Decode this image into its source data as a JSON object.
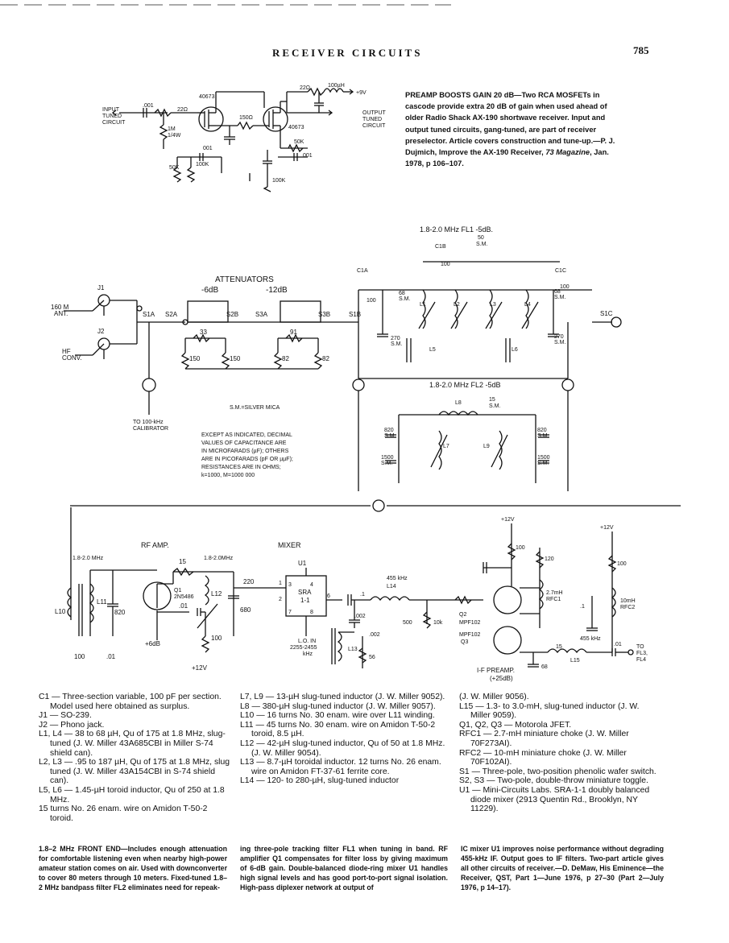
{
  "header": {
    "title": "RECEIVER CIRCUITS",
    "page": "785"
  },
  "preamp": {
    "caption_bold": "PREAMP BOOSTS GAIN 20 dB—",
    "caption_body": "Two RCA MOSFETs in cascode provide extra 20 dB of gain when used ahead of older Radio Shack AX-190 shortwave receiver. Input and output tuned circuits, gang-tuned, are part of receiver preselector. Article covers construction and tune-up.—P. J. Dujmich, Improve the AX-190 Receiver, ",
    "caption_mag": "73 Magazine",
    "caption_tail": ", Jan. 1978, p 106–107.",
    "labels": {
      "input": [
        "INPUT",
        "TUNED",
        "CIRCUIT"
      ],
      "output": [
        "OUTPUT",
        "TUNED",
        "CIRCUIT"
      ],
      "fet1": "40673",
      "fet2": "40673",
      "r22a": "22Ω",
      "r22b": "22Ω",
      "l100": "100µH",
      "plus9": "+9V",
      "c001": ".001",
      "r1m": "1M",
      "w14": "1/4W",
      "r150": "150Ω",
      "r50k": "50K",
      "r100k": "100K",
      "c001b": "001",
      "c01": "001",
      "r100kb": "100K"
    }
  },
  "frontend": {
    "fl1_title": "1.8-2.0 MHz  FL1  -5dB.",
    "fl2_title": "1.8-2.0 MHz  FL2    -5dB",
    "att_title": "ATTENUATORS",
    "att_6": "-6dB",
    "att_12": "-12dB",
    "j1": "J1",
    "j2": "J2",
    "ant": [
      "160 M",
      "ANT."
    ],
    "hf": [
      "HF",
      "CONV."
    ],
    "s1a": "S1A",
    "s2a": "S2A",
    "s2b": "S2B",
    "s3a": "S3A",
    "s3b": "S3B",
    "s1b": "S1B",
    "s1c": "S1C",
    "r33": "33",
    "r91": "91",
    "r150a": "150",
    "r150b": "150",
    "r82a": "82",
    "r82b": "82",
    "calib": [
      "TO 100-kHz",
      "CALIBRATOR"
    ],
    "sm_note": "S.M.=SILVER MICA",
    "notes": [
      "EXCEPT AS INDICATED, DECIMAL",
      "VALUES OF CAPACITANCE ARE",
      "IN MICROFARADS (µF); OTHERS",
      "ARE IN PICOFARADS (pF OR µµF);",
      "RESISTANCES ARE IN OHMS;",
      "k=1000, M=1000 000"
    ],
    "c1a": "C1A",
    "c1b": "C1B",
    "c1c": "C1C",
    "fl_vals": [
      "100",
      "68",
      "S.M.",
      "270",
      "S.M.",
      "50",
      "S.M.",
      "100",
      "L1",
      "L2",
      "L3",
      "L4",
      "L5",
      "L6",
      "68",
      "S.M.",
      "100",
      "270",
      "S.M.",
      "L8",
      "15",
      "S.M.",
      "820",
      "S.M.",
      "L7",
      "L9",
      "820",
      "S.M.",
      "1500",
      "S.M.",
      "1500",
      "S.M."
    ]
  },
  "rf": {
    "rf_amp": "RF AMP.",
    "mixer": "MIXER",
    "mhz_in": "1.8-2.0 MHz",
    "mhz_out": "1.8-2.0MHz",
    "q1": [
      "Q1",
      "2N5486"
    ],
    "l10": "L10",
    "l11": "L11",
    "l12": "L12",
    "c820": "820",
    "r100": "100",
    "c01": ".01",
    "gain6": "+6dB",
    "c220": "220",
    "c680": "680",
    "c15": "15",
    "c01b": ".01",
    "r100b": "100",
    "v12": "+12V",
    "u1": "U1",
    "sra": [
      "SRA",
      "1-1"
    ],
    "pins": [
      "3",
      "4",
      "1",
      "2",
      "6",
      "7",
      "8"
    ],
    "lo": [
      "L.O. IN",
      "2255-2455",
      "kHz"
    ],
    "c002a": ".002",
    "c002b": ".002",
    "l13": "L13",
    "r56": "56",
    "if455": "455 kHz",
    "l14": "L14",
    "c1": ".1",
    "r500": "500",
    "r10k": "10k",
    "q2": [
      "Q2",
      "MPF102"
    ],
    "q3": [
      "MPF102",
      "Q3"
    ],
    "rfc1": [
      "2.7mH",
      "RFC1"
    ],
    "r120": "120",
    "r100c": "100",
    "v12b": "+12V",
    "v12c": "+12V",
    "rfc2": [
      "10mH",
      "RFC2"
    ],
    "c1b": ".1",
    "if455b": "455 kHz",
    "c15b": "15",
    "l15": "L15",
    "c68": "68",
    "c01c": ".01",
    "to": [
      "TO",
      "FL3,",
      "FL4"
    ],
    "ifpre": [
      "I-F PREAMP.",
      "(+25dB)"
    ]
  },
  "parts_list": {
    "col1": [
      "C1 — Three-section variable, 100 pF per section. Model used here obtained as surplus.",
      "J1 — SO-239.",
      "J2 — Phono jack.",
      "L1, L4 — 38 to 68 µH, Qu of 175 at 1.8 MHz, slug-tuned (J. W. Miller 43A685CBI in Miller S-74 shield can).",
      "L2, L3 — .95 to 187 µH, Qu of 175 at 1.8 MHz, slug tuned (J. W. Miller 43A154CBI in S-74 shield can).",
      "L5, L6 — 1.45-µH toroid inductor, Qu of 250 at 1.8 MHz.",
      "15 turns No. 26 enam. wire on Amidon T-50-2 toroid."
    ],
    "col2": [
      "L7, L9 — 13-µH slug-tuned inductor (J. W. Miller 9052).",
      "L8 — 380-µH slug-tuned inductor (J. W. Miller 9057).",
      "L10 — 16 turns No. 30 enam. wire over L11 winding.",
      "L11 — 45 turns No. 30 enam. wire on Amidon T-50-2 toroid, 8.5 µH.",
      "L12 — 42-µH slug-tuned inductor, Qu of 50 at 1.8 MHz. (J. W. Miller 9054).",
      "L13 — 8.7-µH toroidal inductor. 12 turns No. 26 enam. wire on Amidon FT-37-61 ferrite core.",
      "L14 — 120- to 280-µH, slug-tuned inductor"
    ],
    "col3": [
      "(J. W. Miller 9056).",
      "L15 — 1.3- to 3.0-mH, slug-tuned inductor (J. W. Miller 9059).",
      "Q1, Q2, Q3 — Motorola JFET.",
      "RFC1 — 2.7-mH miniature choke (J. W. Miller 70F273AI).",
      "RFC2 — 10-mH miniature choke (J. W. Miller 70F102AI).",
      "S1 — Three-pole, two-position phenolic wafer switch.",
      "S2, S3 — Two-pole, double-throw miniature toggle.",
      "U1 — Mini-Circuits Labs. SRA-1-1 doubly balanced diode mixer (2913 Quentin Rd., Brooklyn, NY 11229)."
    ]
  },
  "frontend_caption": {
    "col1": "1.8–2 MHz FRONT END—Includes enough attenuation for comfortable listening even when nearby high-power amateur station comes on air. Used with downconverter to cover 80 meters through 10 meters. Fixed-tuned 1.8–2 MHz bandpass filter FL2 eliminates need for repeak-",
    "col2": "ing three-pole tracking filter FL1 when tuning in band. RF amplifier Q1 compensates for filter loss by giving maximum of 6-dB gain. Double-balanced diode-ring mixer U1 handles high signal levels and has good port-to-port signal isolation. High-pass diplexer network at output of",
    "col3": "IC mixer U1 improves noise performance without degrading 455-kHz IF. Output goes to IF filters. Two-part article gives all other circuits of receiver.—D. DeMaw, His Eminence—the Receiver, QST, Part 1—June 1976, p 27–30 (Part 2—July 1976, p 14–17)."
  }
}
